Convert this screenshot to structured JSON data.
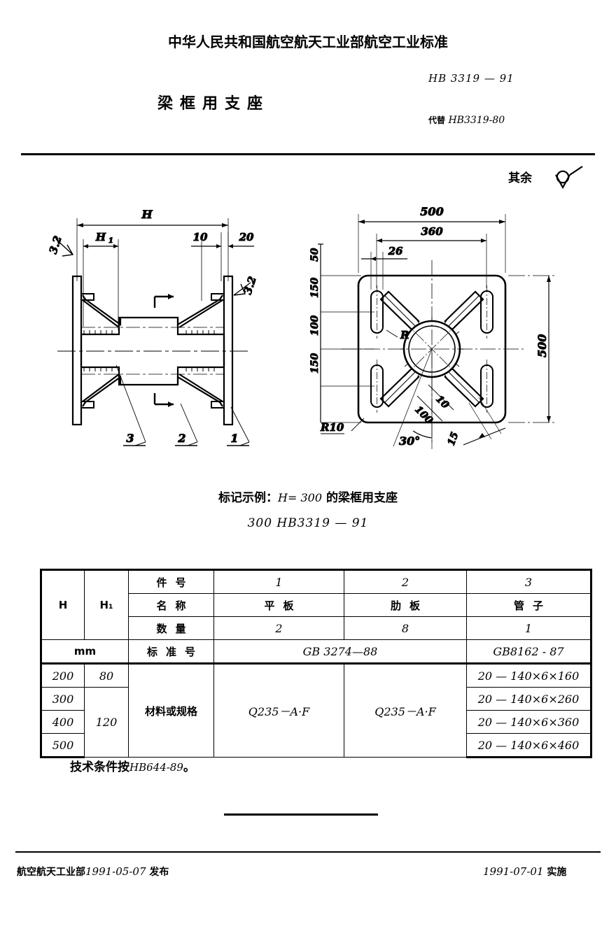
{
  "header": {
    "ministry_title": "中华人民共和国航空航天工业部航空工业标准",
    "subject_title": "梁框用支座",
    "standard_number": "HB  3319 — 91",
    "replaces_label": "代替",
    "replaces_value": "HB3319-80"
  },
  "surface": {
    "note_label": "其余",
    "symbol_name": "unmachined-surface-symbol"
  },
  "drawing_left": {
    "name": "front-sectional-view",
    "dimensions": {
      "H": "H",
      "H1": "H₁",
      "d10": "10",
      "d20": "20"
    },
    "roughness_left": "3.2",
    "roughness_right": "3.2",
    "section_marks": [
      "⌐",
      "L"
    ],
    "part_callouts": [
      "3",
      "2",
      "1"
    ]
  },
  "drawing_right": {
    "name": "plan-view",
    "dimensions": {
      "width_outer": "500",
      "width_inner": "360",
      "slot_width": "26",
      "height_outer": "500",
      "v50": "50",
      "v150_top": "150",
      "v100": "100",
      "v150_bot": "150",
      "corner_radius": "R10",
      "rib_radius": "R",
      "rib_len": "100",
      "rib_thk": "10",
      "rib_angle": "30°",
      "edge_15": "15"
    }
  },
  "marking_example": {
    "prefix": "标记示例：",
    "condition": "H= 300",
    "suffix": "的梁框用支座",
    "designation": "300   HB3319 — 91"
  },
  "parts_table": {
    "col_h_label": "H",
    "col_h1_label": "H₁",
    "unit_label": "mm",
    "row_labels": {
      "part_no": "件号",
      "name": "名称",
      "quantity": "数量",
      "standard_no": "标准号",
      "material": "材料或规格"
    },
    "part_numbers": [
      "1",
      "2",
      "3"
    ],
    "part_names": [
      "平板",
      "肋板",
      "管子"
    ],
    "quantities": [
      "2",
      "8",
      "1"
    ],
    "standard_numbers": [
      "GB 3274—88",
      "GB8162 - 87"
    ],
    "materials": [
      "Q235－A·F",
      "Q235－A·F"
    ],
    "h_values": [
      "200",
      "300",
      "400",
      "500"
    ],
    "h1_values": [
      "80",
      "120"
    ],
    "tube_specs": [
      "20 — 140×6×160",
      "20 — 140×6×260",
      "20 — 140×6×360",
      "20 — 140×6×460"
    ]
  },
  "technical_condition": {
    "text": "技术条件按",
    "reference": "HB644-89",
    "period": "。"
  },
  "footer": {
    "issuer": "航空航天工业部",
    "issue_date": "1991-05-07",
    "issue_action": "发布",
    "effective_date": "1991-07-01",
    "effective_action": "实施"
  }
}
